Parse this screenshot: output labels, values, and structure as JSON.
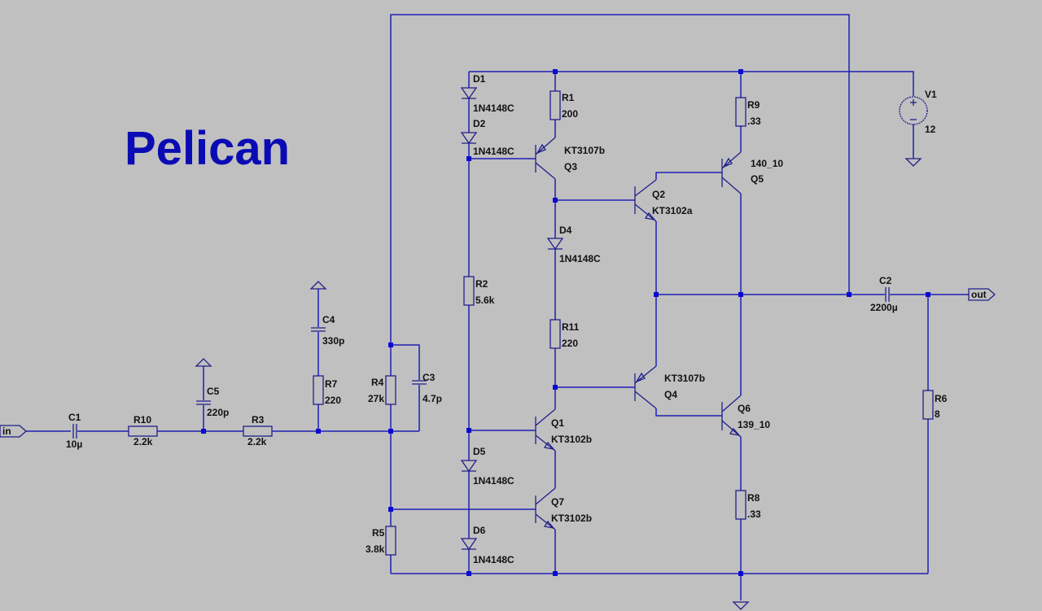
{
  "title": "Pelican",
  "colors": {
    "background": "#c0c0c0",
    "wire": "#1f1fb4",
    "title": "#0b0bb4",
    "junction": "#0b0bd0"
  },
  "ports": {
    "input": "in",
    "output": "out"
  },
  "components": {
    "C1": {
      "ref": "C1",
      "value": "10µ"
    },
    "R10": {
      "ref": "R10",
      "value": "2.2k"
    },
    "C5": {
      "ref": "C5",
      "value": "220p"
    },
    "R3": {
      "ref": "R3",
      "value": "2.2k"
    },
    "C4": {
      "ref": "C4",
      "value": "330p"
    },
    "R7": {
      "ref": "R7",
      "value": "220"
    },
    "R4": {
      "ref": "R4",
      "value": "27k"
    },
    "C3": {
      "ref": "C3",
      "value": "4.7p"
    },
    "R5": {
      "ref": "R5",
      "value": "3.8k"
    },
    "D1": {
      "ref": "D1",
      "value": "1N4148C"
    },
    "D2": {
      "ref": "D2",
      "value": "1N4148C"
    },
    "R1": {
      "ref": "R1",
      "value": "200"
    },
    "Q3": {
      "ref": "Q3",
      "value": "KT3107b"
    },
    "R2": {
      "ref": "R2",
      "value": "5.6k"
    },
    "D4": {
      "ref": "D4",
      "value": "1N4148C"
    },
    "R11": {
      "ref": "R11",
      "value": "220"
    },
    "Q1": {
      "ref": "Q1",
      "value": "KT3102b"
    },
    "Q7": {
      "ref": "Q7",
      "value": "KT3102b"
    },
    "D5": {
      "ref": "D5",
      "value": "1N4148C"
    },
    "D6": {
      "ref": "D6",
      "value": "1N4148C"
    },
    "Q2": {
      "ref": "Q2",
      "value": "KT3102a"
    },
    "Q4": {
      "ref": "Q4",
      "value": "KT3107b"
    },
    "R9": {
      "ref": "R9",
      "value": ".33"
    },
    "Q5": {
      "ref": "Q5",
      "value": "140_10"
    },
    "Q6": {
      "ref": "Q6",
      "value": "139_10"
    },
    "R8": {
      "ref": "R8",
      "value": ".33"
    },
    "V1": {
      "ref": "V1",
      "value": "12"
    },
    "C2": {
      "ref": "C2",
      "value": "2200µ"
    },
    "R6": {
      "ref": "R6",
      "value": "8"
    }
  }
}
